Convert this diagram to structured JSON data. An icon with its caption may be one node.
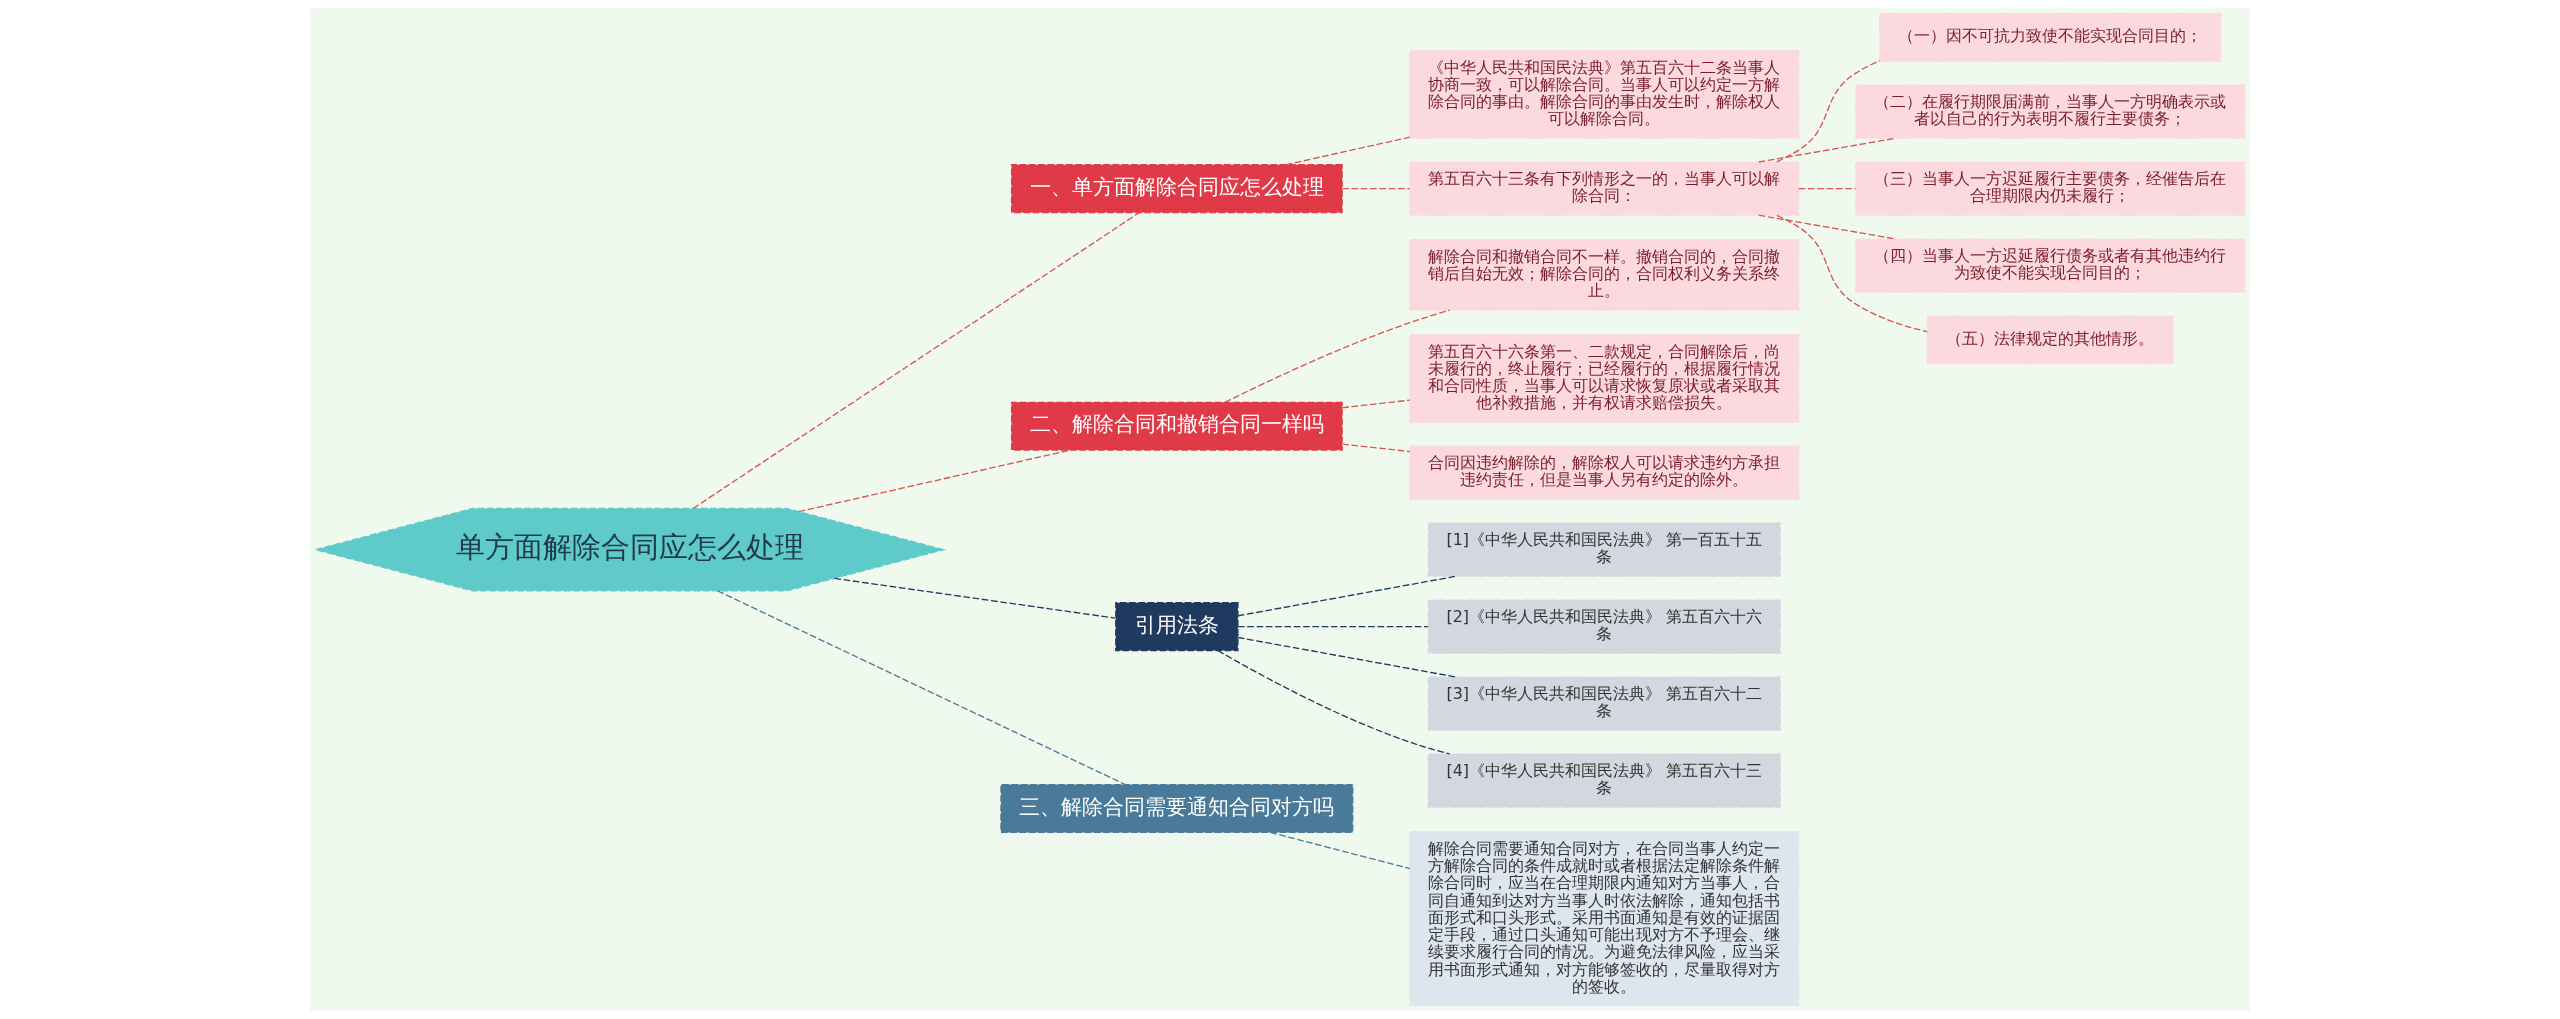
{
  "diagram": {
    "nodes": [
      {
        "text": [
          "单方面解除合同应怎么处理"
        ]
      },
      {
        "text": [
          "一、单方面解除合同应怎么处理"
        ]
      },
      {
        "text": [
          "《中华人民共和国民法典》第五百六十二条当事人协商一致，可以解除合同。当事人可以约定一方解除合同的事由。解除合同的事由发生时，解除权人可以解除合同。"
        ]
      },
      {
        "text": [
          "第五百六十三条有下列情形之一的，当事人可以解除合同："
        ]
      },
      {
        "text": [
          "（一）因不可抗力致使不能实现合同目的；"
        ]
      },
      {
        "text": [
          "（二）在履行期限届满前，当事人一方明确表示或者以自己的行为表明不履行主要债务；"
        ]
      },
      {
        "text": [
          "（三）当事人一方迟延履行主要债务，经催告后在合理期限内仍未履行；"
        ]
      },
      {
        "text": [
          "（四）当事人一方迟延履行债务或者有其他违约行为致使不能实现合同目的；"
        ]
      },
      {
        "text": [
          "（五）法律规定的其他情形。"
        ]
      },
      {
        "text": [
          "二、解除合同和撤销合同一样吗"
        ]
      },
      {
        "text": [
          "解除合同和撤销合同不一样。撤销合同的，合同撤销后自始无效；解除合同的，合同权利义务关系终止。"
        ]
      },
      {
        "text": [
          "第五百六十六条第一、二款规定，合同解除后，尚未履行的，终止履行；已经履行的，根据履行情况和合同性质，当事人可以请求恢复原状或者采取其他补救措施，并有权请求赔偿损失。"
        ]
      },
      {
        "text": [
          "合同因违约解除的，解除权人可以请求违约方承担违约责任，但是当事人另有约定的除外。"
        ]
      },
      {
        "text": [
          "引用法条"
        ]
      },
      {
        "text": [
          "[1]《中华人民共和国民法典》 第一百五十五条"
        ]
      },
      {
        "text": [
          "[2]《中华人民共和国民法典》 第五百六十六条"
        ]
      },
      {
        "text": [
          "[3]《中华人民共和国民法典》 第五百六十二条"
        ]
      },
      {
        "text": [
          "[4]《中华人民共和国民法典》 第五百六十三条"
        ]
      },
      {
        "text": [
          "三、解除合同需要通知合同对方吗"
        ]
      },
      {
        "text": [
          "解除合同需要通知合同对方，在合同当事人约定一方解除合同的条件成就时或者根据法定解除条件解除合同时，应当在合理期限内通知对方当事人，合同自通知到达对方当事人时依法解除，通知包括书面形式和口头形式。采用书面通知是有效的证据固定手段，通过口头通知可能出现对方不予理会、继续要求履行合同的情况。为避免法律风险，应当采用书面形式通知，对方能够签收的，尽量取得对方的签收。"
        ]
      }
    ],
    "edges": [
      {
        "from": 0,
        "to": 1,
        "arrow": "none",
        "style": "dashed"
      },
      {
        "from": 1,
        "to": 2,
        "arrow": "none",
        "style": "dashed"
      },
      {
        "from": 1,
        "to": 3,
        "arrow": "none",
        "style": "dashed"
      },
      {
        "from": 3,
        "to": 4,
        "arrow": "none",
        "style": "dashed"
      },
      {
        "from": 3,
        "to": 5,
        "arrow": "none",
        "style": "dashed"
      },
      {
        "from": 3,
        "to": 6,
        "arrow": "none",
        "style": "dashed"
      },
      {
        "from": 3,
        "to": 7,
        "arrow": "none",
        "style": "dashed"
      },
      {
        "from": 3,
        "to": 8,
        "arrow": "none",
        "style": "dashed"
      },
      {
        "from": 0,
        "to": 9,
        "arrow": "none",
        "style": "dashed"
      },
      {
        "from": 9,
        "to": 10,
        "arrow": "none",
        "style": "dashed"
      },
      {
        "from": 9,
        "to": 11,
        "arrow": "none",
        "style": "dashed"
      },
      {
        "from": 9,
        "to": 12,
        "arrow": "none",
        "style": "dashed"
      },
      {
        "from": 0,
        "to": 13,
        "arrow": "none",
        "style": "dashed",
        "color": "#1f3a5f"
      },
      {
        "from": 13,
        "to": 14,
        "arrow": "none",
        "style": "dashed",
        "color": "#1f3a5f"
      },
      {
        "from": 13,
        "to": 15,
        "arrow": "none",
        "style": "dashed",
        "color": "#1f3a5f"
      },
      {
        "from": 13,
        "to": 16,
        "arrow": "none",
        "style": "dashed",
        "color": "#1f3a5f"
      },
      {
        "from": 13,
        "to": 17,
        "arrow": "none",
        "style": "dashed",
        "color": "#1f3a5f"
      },
      {
        "from": 0,
        "to": 18,
        "arrow": "none",
        "style": "dashed",
        "color": "#4a7a9a"
      },
      {
        "from": 18,
        "to": 19,
        "arrow": "none",
        "style": "dashed",
        "color": "#4a7a9a"
      }
    ]
  }
}
